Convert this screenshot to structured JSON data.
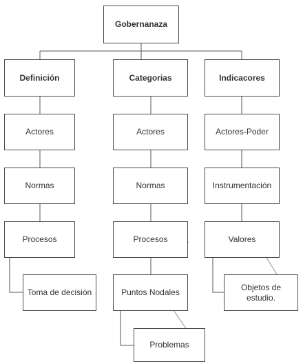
{
  "diagram": {
    "root": "Gobernanaza",
    "columns": [
      {
        "header": "Definición",
        "items": [
          "Actores",
          "Normas",
          "Procesos"
        ],
        "leaf": "Toma de decisión"
      },
      {
        "header": "Categorias",
        "items": [
          "Actores",
          "Normas",
          "Procesos",
          "Puntos Nodales"
        ],
        "leaf": "Problemas"
      },
      {
        "header": "Indicacores",
        "items": [
          "Actores-Poder",
          "Instrumentación",
          "Valores"
        ],
        "leaf": "Objetos de estudio."
      }
    ]
  }
}
